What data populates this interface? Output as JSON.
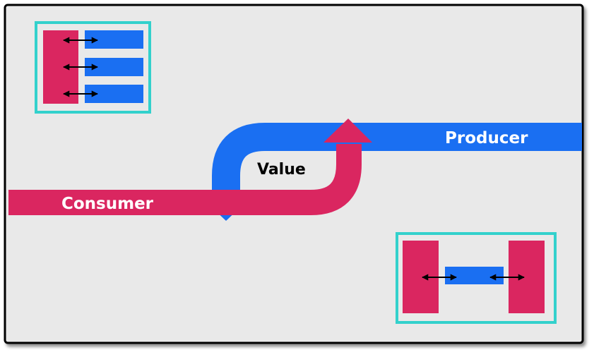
{
  "labels": {
    "producer": "Producer",
    "consumer": "Consumer",
    "value": "Value"
  },
  "colors": {
    "background": "#e9e9e9",
    "frame": "#000000",
    "producer": "#1a6ff2",
    "consumer": "#da2660",
    "box_border": "#33d1cc",
    "arrow": "#000000",
    "label_text": "#ffffff",
    "value_text": "#000000"
  },
  "icons": {
    "top_left_box": "one-to-many-connection-icon",
    "bottom_right_box": "two-way-bridge-icon"
  }
}
